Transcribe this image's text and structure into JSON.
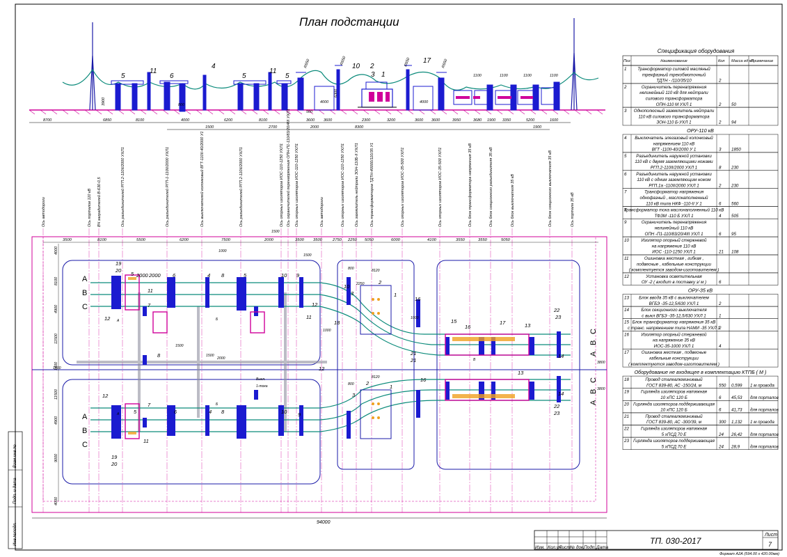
{
  "title": "План подстанции",
  "stamp": {
    "code": "ТП. 030-2017",
    "sheet_label": "Лист",
    "sheet_no": "7",
    "columns": [
      "Изм.",
      "Кол.уч",
      "Лист",
      "№ док.",
      "Подп.",
      "Дата"
    ],
    "format_note": "Формат А2А (594.00 x 420.00мм)",
    "side_labels": [
      "Взам.инв.№",
      "Подп. и дата",
      "Инв.№подл."
    ]
  },
  "elevation": {
    "callouts": [
      "5",
      "11",
      "6",
      "4",
      "5",
      "11",
      "5",
      "10",
      "2",
      "3",
      "1",
      "17"
    ],
    "radius_labels": [
      "R650",
      "R650",
      "R650",
      "R650"
    ],
    "heights": [
      "3900",
      "800",
      "4000",
      "6300",
      "900",
      "4000"
    ],
    "widths_top": [
      "1100",
      "1100",
      "1100",
      "1100"
    ],
    "dims_row1": [
      "8700",
      "6850",
      "8100",
      "4000",
      "6200",
      "8100",
      "3600",
      "3600",
      "2300",
      "3200",
      "3600",
      "3600",
      "3950",
      "3680",
      "1900",
      "3350",
      "5200",
      "1600"
    ],
    "dims_row2": [
      "1500",
      "2700",
      "2000",
      "8300",
      "1900"
    ],
    "small_label": "500"
  },
  "axes": [
    "Ось автодороги",
    "Ось порталов 110 кВ",
    "ВЧ заградителей В-630-0,5",
    "Ось разъединителей РГП.2-110II/2000 УХЛ1",
    "Ось разъединителей РГП-1-110II/2000 УХЛ1",
    "Ось выключателей колонковый ВГТ-110II-40/2000 У1",
    "Ось разъединителей РГП.2-110II/2000 УХЛ1",
    "Ось опорных изоляторов ИОС-110-1250 УХЛ1",
    "Ось ограничителей перенапряжения ОПН-П1-110/83/20/4III УХЛ1",
    "Ось опорных изоляторов ИОС-110-1250 УХЛ1",
    "Ось автодороги",
    "Ось опорных изоляторов ИОС-110-1250 УХЛ1",
    "Ось заземлитель нейтрали ЗОН-110Б-II УХЛ1",
    "Ось трансформаторов ТДТН-40000/110/35 У1",
    "Ось опорных изоляторов ИОС-35-500 УХЛ1",
    "Ось опорных изоляторов ИОС-35-500 УХЛ1",
    "Ось блок трансформатора напряжения 35 кВ",
    "Ось блок секционного разъединителя 35 кВ",
    "Ось блок выключателя 35 кВ",
    "Ось блок секционного выключателя 35 кВ",
    "Ось портала 35 кВ"
  ],
  "plan": {
    "dims_top": [
      "3500",
      "8100",
      "5500",
      "6200",
      "7500",
      "2000",
      "3500",
      "3500",
      "2750",
      "2250",
      "5050",
      "6000",
      "4100",
      "3550",
      "3550",
      "5050"
    ],
    "dims_misc": [
      "1500",
      "1000",
      "1000",
      "1500",
      "1500",
      "2000",
      "2250",
      "8120",
      "8120",
      "800",
      "800",
      "1500",
      "1000",
      "1400",
      "3800",
      "3800"
    ],
    "dims_left": [
      "4000",
      "8100",
      "4900",
      "11500",
      "1400",
      "11500",
      "4900",
      "9000",
      "4000"
    ],
    "total_width": "94000",
    "phase_left_top": [
      "A",
      "B",
      "C"
    ],
    "phase_left_bottom": [
      "A",
      "B",
      "C"
    ],
    "phase_right_top": [
      "A",
      "B",
      "C"
    ],
    "phase_right_bottom": [
      "A",
      "B",
      "C"
    ],
    "callouts": [
      "19",
      "20",
      "5",
      "2000",
      "2000",
      "11",
      "7",
      "12",
      "6",
      "4",
      "8",
      "5",
      "10",
      "9",
      "12",
      "11",
      "18",
      "10",
      "3",
      "2",
      "1",
      "16",
      "15",
      "16",
      "17",
      "13",
      "22",
      "23",
      "14",
      "21",
      "8",
      "12",
      "5",
      "7",
      "6",
      "4",
      "8",
      "11",
      "10",
      "9",
      "19",
      "20",
      "12",
      "3",
      "2",
      "1",
      "16",
      "13",
      "21",
      "22",
      "23",
      "14"
    ],
    "labels_small": [
      "Выкл.",
      "1-тока",
      "А",
      "Б",
      "В",
      "Б",
      "А"
    ]
  },
  "spec": {
    "title": "Спецификация оборудования",
    "headers": [
      "Поз",
      "Наименование",
      "Кол",
      "Масса ед кг",
      "Примечание"
    ],
    "sections": [
      {
        "title": "",
        "rows": [
          {
            "pos": "1",
            "lines": [
              "Трансформатор силовой масляный",
              "трехфазный трехобмоточный",
              "ТДТН -            /110/35/10"
            ],
            "qty": "2",
            "mass": "",
            "note": ""
          },
          {
            "pos": "2",
            "lines": [
              "Ограничитель перенапряжения",
              "нелинейный 110 кВ для нейтрали",
              "силового трансформатора",
              "ОПН-110 М УХЛ 1"
            ],
            "qty": "2",
            "mass": "50",
            "note": ""
          },
          {
            "pos": "3",
            "lines": [
              "Однополюсный заземлитель нейтрали",
              "110 кВ силового трансформатора",
              "ЗОН-110 Б-УХЛ 1"
            ],
            "qty": "2",
            "mass": "94",
            "note": ""
          }
        ]
      },
      {
        "title": "ОРУ-110 кВ",
        "rows": [
          {
            "pos": "4",
            "lines": [
              "Выключатель элегазовый колонковый",
              "напряжением 110 кВ",
              "ВГТ -110II-40/2000 У 1"
            ],
            "qty": "3",
            "mass": "1850",
            "note": ""
          },
          {
            "pos": "5",
            "lines": [
              "Разъединитель наружной установки",
              "110 кВ с двумя заземляющими ножами",
              "РГП.2-110II/2000 УХЛ 1"
            ],
            "qty": "8",
            "mass": "230",
            "note": ""
          },
          {
            "pos": "6",
            "lines": [
              "Разъединитель наружной установки",
              "110 кВ с одним заземляющим ножом",
              "РГП.1а -110II/2000 УХЛ 1"
            ],
            "qty": "2",
            "mass": "230",
            "note": ""
          },
          {
            "pos": "7",
            "lines": [
              "Трансформатор напряжения",
              "однофазный , маслонаполненный",
              "110 кВ типа НКФ -110-II У 1"
            ],
            "qty": "6",
            "mass": "560",
            "note": ""
          },
          {
            "pos": "8",
            "lines": [
              "Трансформатор тока маслонаполненный 110 кВ",
              "ТФЗМ -110 Б УХЛ 1"
            ],
            "qty": "4",
            "mass": "505",
            "note": ""
          },
          {
            "pos": "9",
            "lines": [
              "Ограничитель перенапряжения",
              "нелинейный 110 кВ",
              "ОПН -П1-110/83/20/4III УХЛ 1"
            ],
            "qty": "6",
            "mass": "95",
            "note": ""
          },
          {
            "pos": "10",
            "lines": [
              "Изолятор опорный стержневой",
              "на напряжение 110 кВ",
              "ИОС -110-1250 УХЛ 1"
            ],
            "qty": "21",
            "mass": "108",
            "note": ""
          },
          {
            "pos": "11",
            "lines": [
              "Ошиновка жесткая , гибкая ,",
              "подвесные , кабельные конструкции",
              "( комплектуется заводом-изготовителем )"
            ],
            "qty": "",
            "mass": "",
            "note": ""
          },
          {
            "pos": "12",
            "lines": [
              "Установка осветительная",
              "ОУ -2 ( входит в поставку з/ м )"
            ],
            "qty": "6",
            "mass": "",
            "note": ""
          }
        ]
      },
      {
        "title": "ОРУ-35 кВ",
        "rows": [
          {
            "pos": "13",
            "lines": [
              "Блок ввода 35 кВ с выключателем",
              "ВГБЭ -35-12,5/630 УХЛ 1"
            ],
            "qty": "2",
            "mass": "",
            "note": ""
          },
          {
            "pos": "14",
            "lines": [
              "Блок секционного выключателя",
              "с выкл ВГБЭ -35-12,5/630 УХЛ 1"
            ],
            "qty": "1",
            "mass": "",
            "note": ""
          },
          {
            "pos": "15",
            "lines": [
              "Блок трансформатор напряжения 35 кВ",
              "с транс. напряжением типа НАМИ -35 УХЛ 1"
            ],
            "qty": "2",
            "mass": "",
            "note": ""
          },
          {
            "pos": "16",
            "lines": [
              "Изолятор опорный стержневой",
              "на напряжение 35 кВ",
              "ИОС-35-1000 УХЛ 1"
            ],
            "qty": "4",
            "mass": "",
            "note": ""
          },
          {
            "pos": "17",
            "lines": [
              "Ошиновка жесткая , подвесные",
              "кабельные конструкции",
              "( комплектуются заводом-изготовителем )"
            ],
            "qty": "",
            "mass": "",
            "note": ""
          }
        ]
      },
      {
        "title": "Оборудование не входящее в комплектацию КТПБ ( М )",
        "rows": [
          {
            "pos": "18",
            "lines": [
              "Провод сталеалюминиевый",
              "ГОСТ 839-80, АС -150/24, м"
            ],
            "qty": "550",
            "mass": "0,599",
            "note": "1 м провода"
          },
          {
            "pos": "19",
            "lines": [
              "Гирлянда изоляторов натяжная",
              "10 хПС 120 Б"
            ],
            "qty": "6",
            "mass": "45,53",
            "note": "для порталов"
          },
          {
            "pos": "20",
            "lines": [
              "Гирлянда изоляторов поддерживающая",
              "10 хПС 120 Б"
            ],
            "qty": "6",
            "mass": "41,73",
            "note": "для порталов"
          },
          {
            "pos": "21",
            "lines": [
              "Провод сталеалюминиевый",
              "ГОСТ 839-80, АС -300/39, м"
            ],
            "qty": "300",
            "mass": "1,132",
            "note": "1 м провода"
          },
          {
            "pos": "22",
            "lines": [
              "Гирлянда изоляторов натяжная",
              "5 хПСД 70 Е"
            ],
            "qty": "24",
            "mass": "26,42",
            "note": "для порталов"
          },
          {
            "pos": "23",
            "lines": [
              "Гирлянда изоляторов поддерживающая",
              "5 хПСД 70 Е"
            ],
            "qty": "24",
            "mass": "28,9",
            "note": "для порталов"
          }
        ]
      }
    ]
  }
}
